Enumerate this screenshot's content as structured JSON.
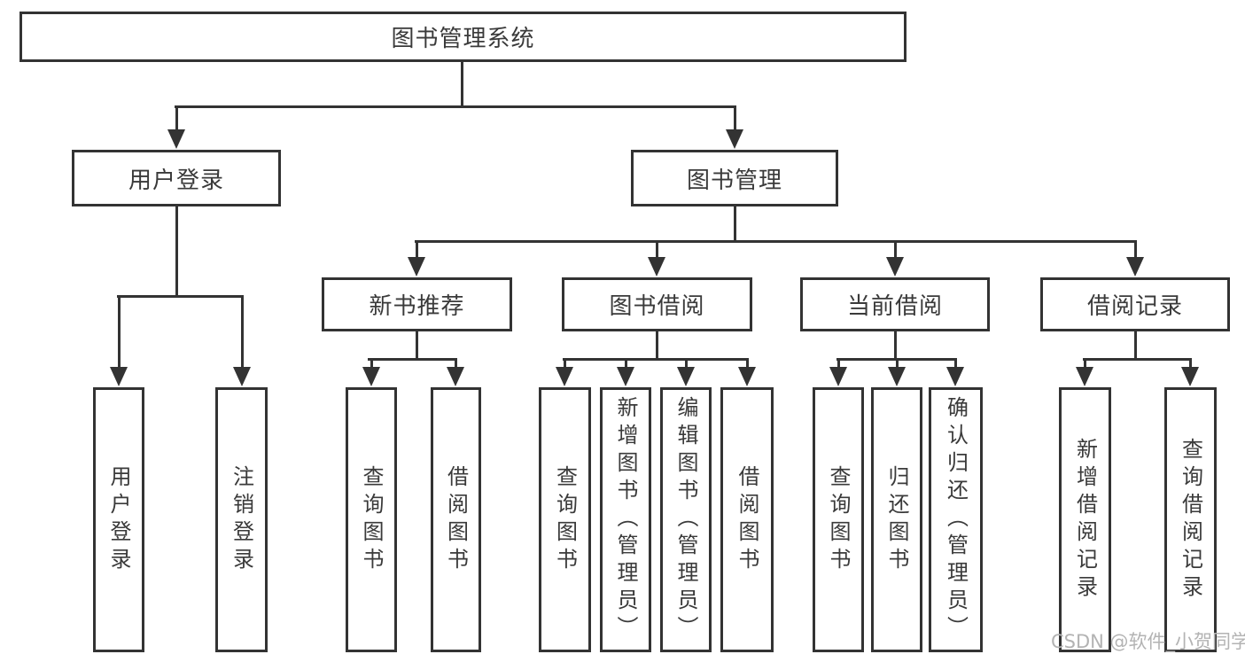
{
  "diagram_title": "图书管理系统",
  "tree": {
    "label": "图书管理系统",
    "children": [
      {
        "label": "用户登录",
        "children": [
          {
            "label": "用户登录"
          },
          {
            "label": "注销登录"
          }
        ]
      },
      {
        "label": "图书管理",
        "children": [
          {
            "label": "新书推荐",
            "children": [
              {
                "label": "查询图书"
              },
              {
                "label": "借阅图书"
              }
            ]
          },
          {
            "label": "图书借阅",
            "children": [
              {
                "label": "查询图书"
              },
              {
                "label": "新增图书（管理员）"
              },
              {
                "label": "编辑图书（管理员）"
              },
              {
                "label": "借阅图书"
              }
            ]
          },
          {
            "label": "当前借阅",
            "children": [
              {
                "label": "查询图书"
              },
              {
                "label": "归还图书"
              },
              {
                "label": "确认归还（管理员）"
              }
            ]
          },
          {
            "label": "借阅记录",
            "children": [
              {
                "label": "新增借阅记录"
              },
              {
                "label": "查询借阅记录"
              }
            ]
          }
        ]
      }
    ]
  },
  "watermark": {
    "text": "CSDN @软件_小贺同学"
  },
  "colors": {
    "line": "#333333",
    "text": "#3a3a3a",
    "watermark": "#b3b3b3",
    "background": "#ffffff"
  }
}
